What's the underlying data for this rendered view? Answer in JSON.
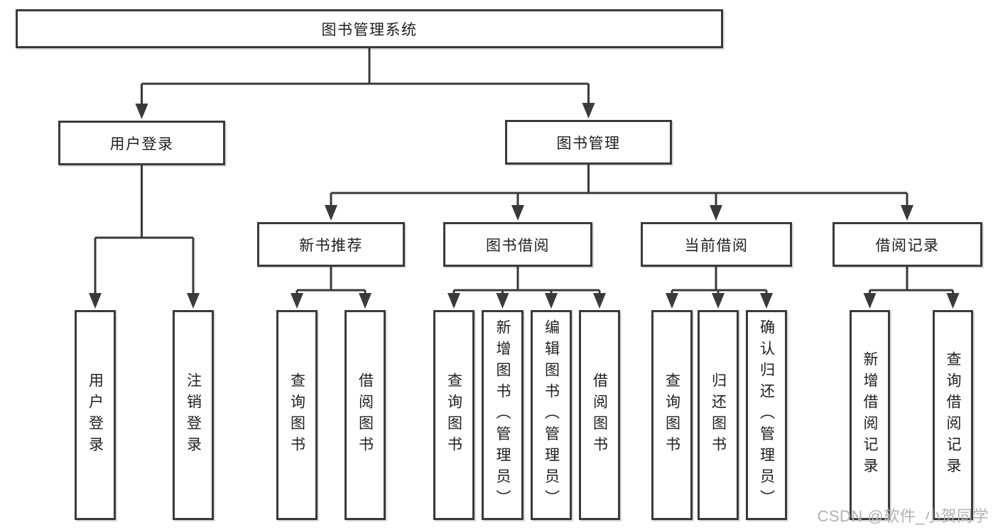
{
  "colors": {
    "line": "#3a3a3a",
    "text": "#1f1f1f",
    "watermark": "#b3b1b1",
    "background": "#ffffff"
  },
  "watermark": "CSDN @软件_小贺同学",
  "diagram": {
    "root": {
      "label": "图书管理系统"
    },
    "branches": [
      {
        "label": "用户登录",
        "children": [
          {
            "label": "用户登录"
          },
          {
            "label": "注销登录"
          }
        ]
      },
      {
        "label": "图书管理",
        "sections": [
          {
            "label": "新书推荐",
            "children": [
              {
                "label": "查询图书"
              },
              {
                "label": "借阅图书"
              }
            ]
          },
          {
            "label": "图书借阅",
            "children": [
              {
                "label": "查询图书"
              },
              {
                "label": "新增图书（管理员）"
              },
              {
                "label": "编辑图书（管理员）"
              },
              {
                "label": "借阅图书"
              }
            ]
          },
          {
            "label": "当前借阅",
            "children": [
              {
                "label": "查询图书"
              },
              {
                "label": "归还图书"
              },
              {
                "label": "确认归还（管理员）"
              }
            ]
          },
          {
            "label": "借阅记录",
            "children": [
              {
                "label": "新增借阅记录"
              },
              {
                "label": "查询借阅记录"
              }
            ]
          }
        ]
      }
    ]
  }
}
